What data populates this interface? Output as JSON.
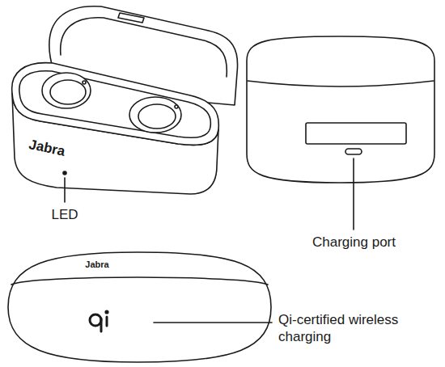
{
  "diagram": {
    "labels": [
      "Jabra",
      "LED",
      "Charging port",
      "Jabra",
      "Qi-certified wireless charging"
    ]
  }
}
